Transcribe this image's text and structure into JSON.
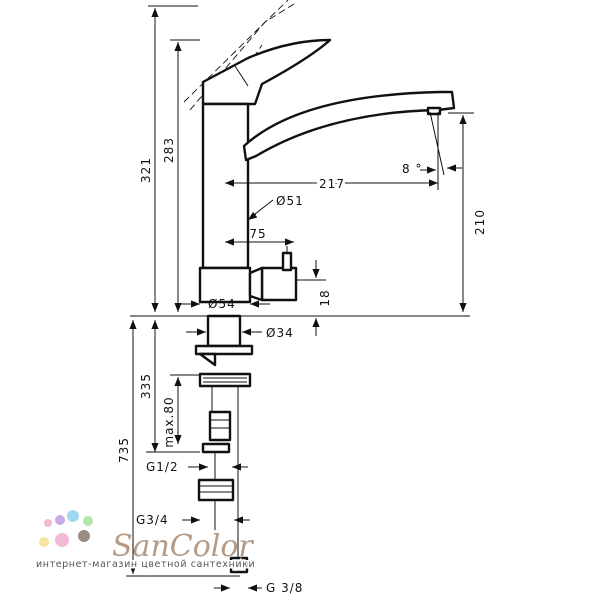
{
  "dimensions": {
    "height_total": "321",
    "height_283": "283",
    "reach": "217",
    "angle": "8 °",
    "body_dia": "Ø51",
    "valve_offset": "75",
    "outlet_height": "210",
    "lever_height": "18",
    "base_dia": "Ø54",
    "shank_dia": "Ø34",
    "shank_length": "335",
    "max_worktop": "max.80",
    "total_length": "735",
    "thread_half": "G1/2",
    "thread_three_quarter": "G3/4",
    "thread_three_eighth": "G 3/8"
  },
  "watermark": {
    "brand": "SanColor",
    "tagline": "интернет-магазин цветной сантехники",
    "colors": [
      "#f2b8d8",
      "#c9a8e8",
      "#9fd8f0",
      "#b6e6a8",
      "#f6e59c",
      "#9c8c86"
    ]
  }
}
